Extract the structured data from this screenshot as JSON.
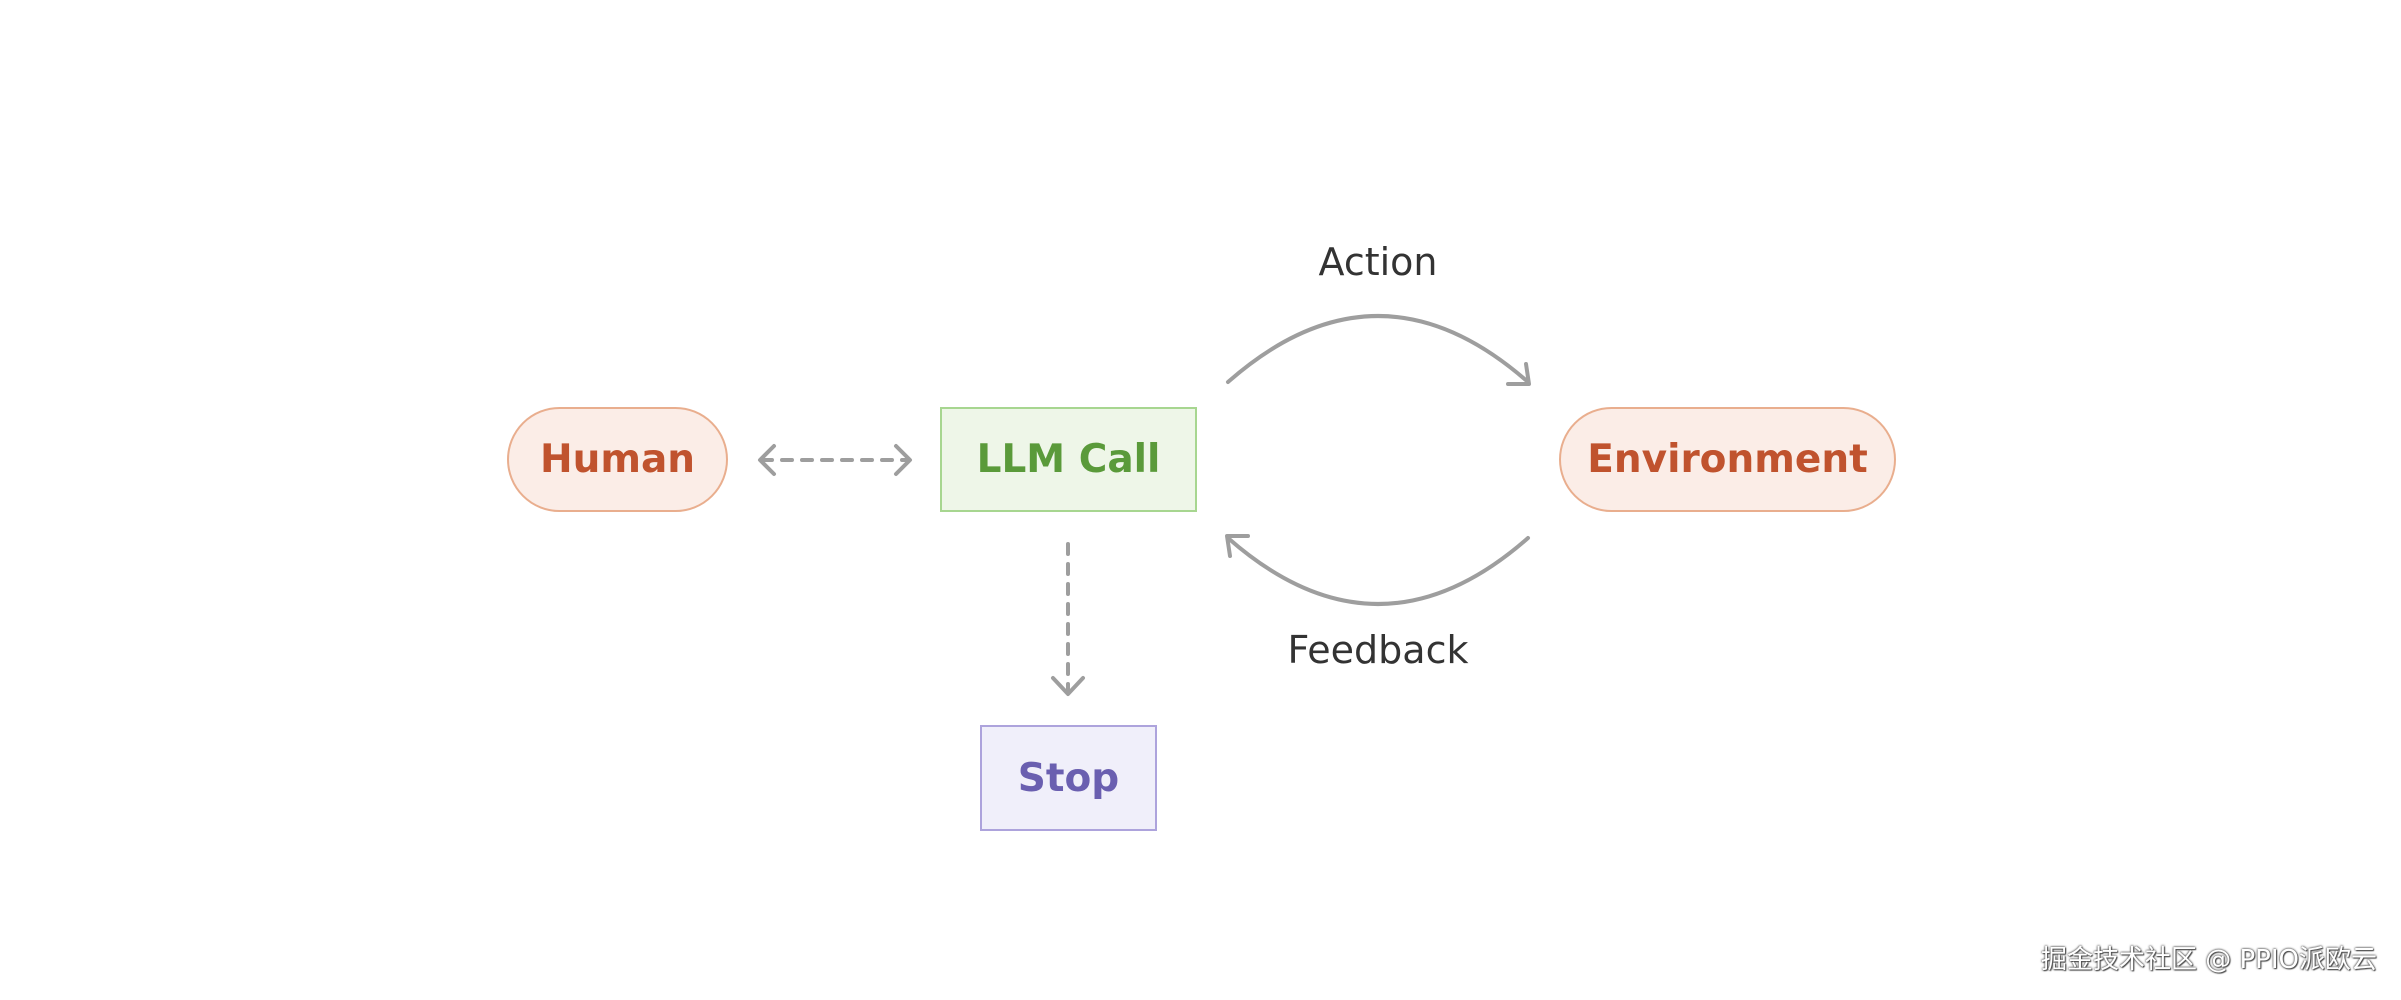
{
  "nodes": {
    "human": "Human",
    "llm_call": "LLM Call",
    "environment": "Environment",
    "stop": "Stop"
  },
  "edges": {
    "action": "Action",
    "feedback": "Feedback"
  },
  "watermark": "掘金技术社区 @ PPIO派欧云",
  "colors": {
    "human_text": "#C0532E",
    "human_fill": "#FBEDE7",
    "llm_text": "#5A9A3A",
    "llm_fill": "#EEF6E8",
    "stop_text": "#6A5FB0",
    "stop_fill": "#F0EFFA",
    "edge_stroke": "#9E9E9E"
  }
}
